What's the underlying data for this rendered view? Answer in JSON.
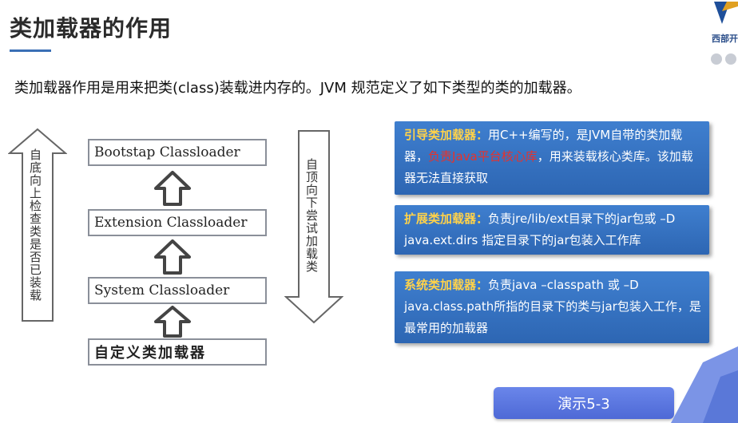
{
  "slide": {
    "title": "类加载器的作用",
    "subtitle": "类加载器作用是用来把类(class)装载进内存的。JVM 规范定义了如下类型的类的加载器。",
    "logo_text": "西部开"
  },
  "diagram": {
    "loaders": [
      "Bootstap Classloader",
      "Extension Classloader",
      "System Classloader",
      "自定义类加载器"
    ],
    "left_arrow_label": "自底向上检查类是否已装载",
    "right_arrow_label": "自顶向下尝试加载类"
  },
  "info": {
    "bootstrap": {
      "heading": "引导类加载器：",
      "text1": "用C++编写的，是JVM自带的类加载器，",
      "highlight": "负责Java平台核心库",
      "text2": "，用来装载核心类库。该加载器无法直接获取"
    },
    "extension": {
      "heading": "扩展类加载器：",
      "text": "负责jre/lib/ext目录下的jar包或 –D java.ext.dirs 指定目录下的jar包装入工作库"
    },
    "system": {
      "heading": "系统类加载器：",
      "text": "负责java –classpath 或 –D java.class.path所指的目录下的类与jar包装入工作，是最常用的加载器"
    }
  },
  "demo_button": "演示5-3",
  "colors": {
    "box_blue": "#3a74c4",
    "heading_yellow": "#ffd24a",
    "highlight_red": "#e8322a",
    "button_blue": "#5c78e0"
  }
}
